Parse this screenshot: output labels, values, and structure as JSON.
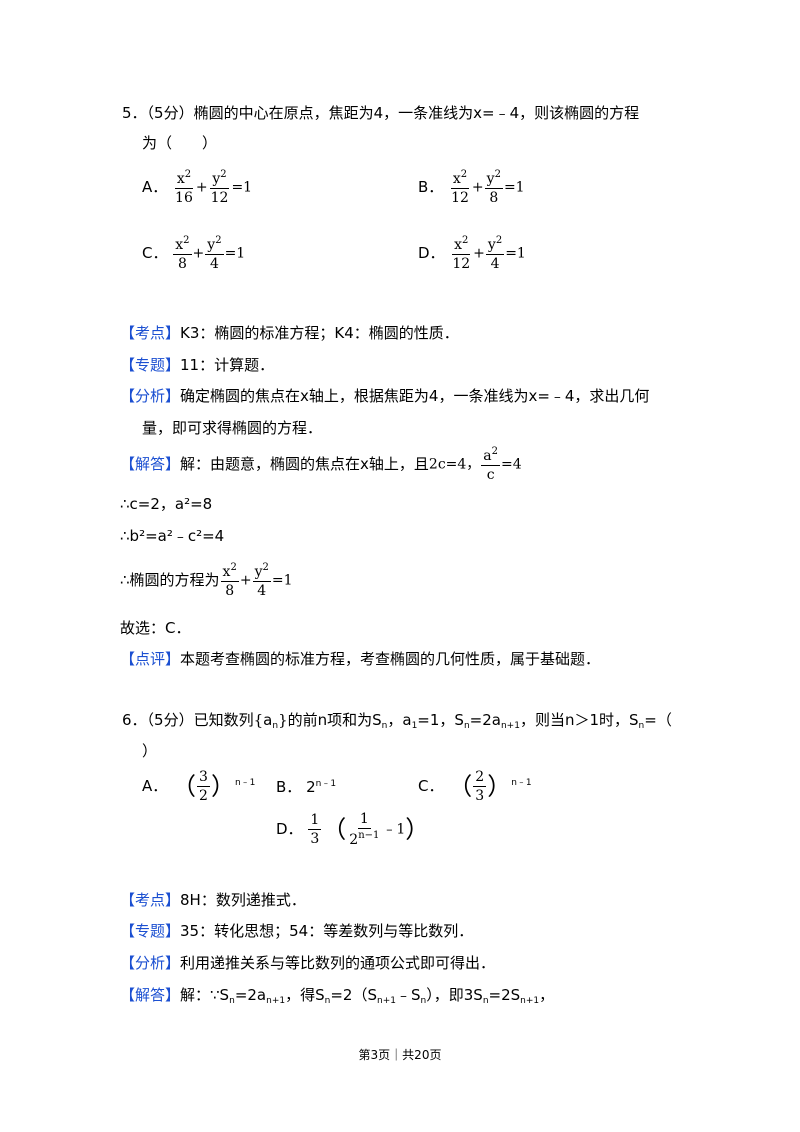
{
  "q5": {
    "stem_line1": "5．（5分）椭圆的中心在原点，焦距为4，一条准线为x=﹣4，则该椭圆的方程",
    "stem_line2": "为（　　）",
    "optA": {
      "label": "A．",
      "n1": "x",
      "d1": "16",
      "n2": "y",
      "d2": "12",
      "rhs": "=1"
    },
    "optB": {
      "label": "B．",
      "n1": "x",
      "d1": "12",
      "n2": "y",
      "d2": "8",
      "rhs": "=1"
    },
    "optC": {
      "label": "C．",
      "n1": "x",
      "d1": "8",
      "n2": "y",
      "d2": "4",
      "rhs": "=1"
    },
    "optD": {
      "label": "D．",
      "n1": "x",
      "d1": "12",
      "n2": "y",
      "d2": "4",
      "rhs": "=1"
    },
    "exp": "2",
    "plus": "+",
    "kaodian_tag": "【考点】",
    "kaodian": "K3：椭圆的标准方程；K4：椭圆的性质．",
    "zhuanti_tag": "【专题】",
    "zhuanti": "11：计算题．",
    "fenxi_tag": "【分析】",
    "fenxi_1": "确定椭圆的焦点在x轴上，根据焦距为4，一条准线为x=﹣4，求出几何",
    "fenxi_2": "量，即可求得椭圆的方程．",
    "jieda_tag": "【解答】",
    "jieda": "解：由题意，椭圆的焦点在x轴上，且",
    "jieda_eq1": "2c=4，",
    "jieda_num": "a",
    "jieda_den": "c",
    "jieda_eq2": "=4",
    "step1": "∴c=2，a²=8",
    "step2": "∴b²=a²﹣c²=4",
    "step3": "∴椭圆的方程为",
    "step3_n1": "x",
    "step3_d1": "8",
    "step3_n2": "y",
    "step3_d2": "4",
    "step3_rhs": "=1",
    "answer": "故选：C．",
    "dianping_tag": "【点评】",
    "dianping": "本题考查椭圆的标准方程，考查椭圆的几何性质，属于基础题．"
  },
  "q6": {
    "stem_a": "6．（5分）已知数列",
    "stem_b": "的前n项和为S",
    "stem_c": "，a",
    "stem_d": "=1，S",
    "stem_e": "=2a",
    "stem_f": "，则当n＞1时，S",
    "stem_g": "=（",
    "stem_line2": "）",
    "sub_n": "n",
    "sub_1": "1",
    "sub_n1": "n+1",
    "lbrace": "{",
    "rbrace": "}",
    "a_var": "a",
    "optA_label": "A．",
    "optA_num": "3",
    "optA_den": "2",
    "optA_exp": "n﹣1",
    "optB_label": "B．",
    "optB_base": "2",
    "optB_exp": "n﹣1",
    "optC_label": "C．",
    "optC_num": "2",
    "optC_den": "3",
    "optC_exp": "n﹣1",
    "optD_label": "D．",
    "optD_n1": "1",
    "optD_d1": "3",
    "optD_n2": "1",
    "optD_d2": "2",
    "optD_d2exp": "n−1",
    "optD_tail": "﹣1",
    "lparen": "（",
    "rparen": "）",
    "kaodian_tag": "【考点】",
    "kaodian": "8H：数列递推式．",
    "zhuanti_tag": "【专题】",
    "zhuanti": "35：转化思想；54：等差数列与等比数列．",
    "fenxi_tag": "【分析】",
    "fenxi": "利用递推关系与等比数列的通项公式即可得出．",
    "jieda_tag": "【解答】",
    "jieda_a": "解：∵S",
    "jieda_b": "=2a",
    "jieda_c": "，得S",
    "jieda_d": "=2（S",
    "jieda_e": "﹣S",
    "jieda_f": "），即3S",
    "jieda_g": "=2S",
    "jieda_h": "，"
  },
  "footer": "第3页｜共20页"
}
